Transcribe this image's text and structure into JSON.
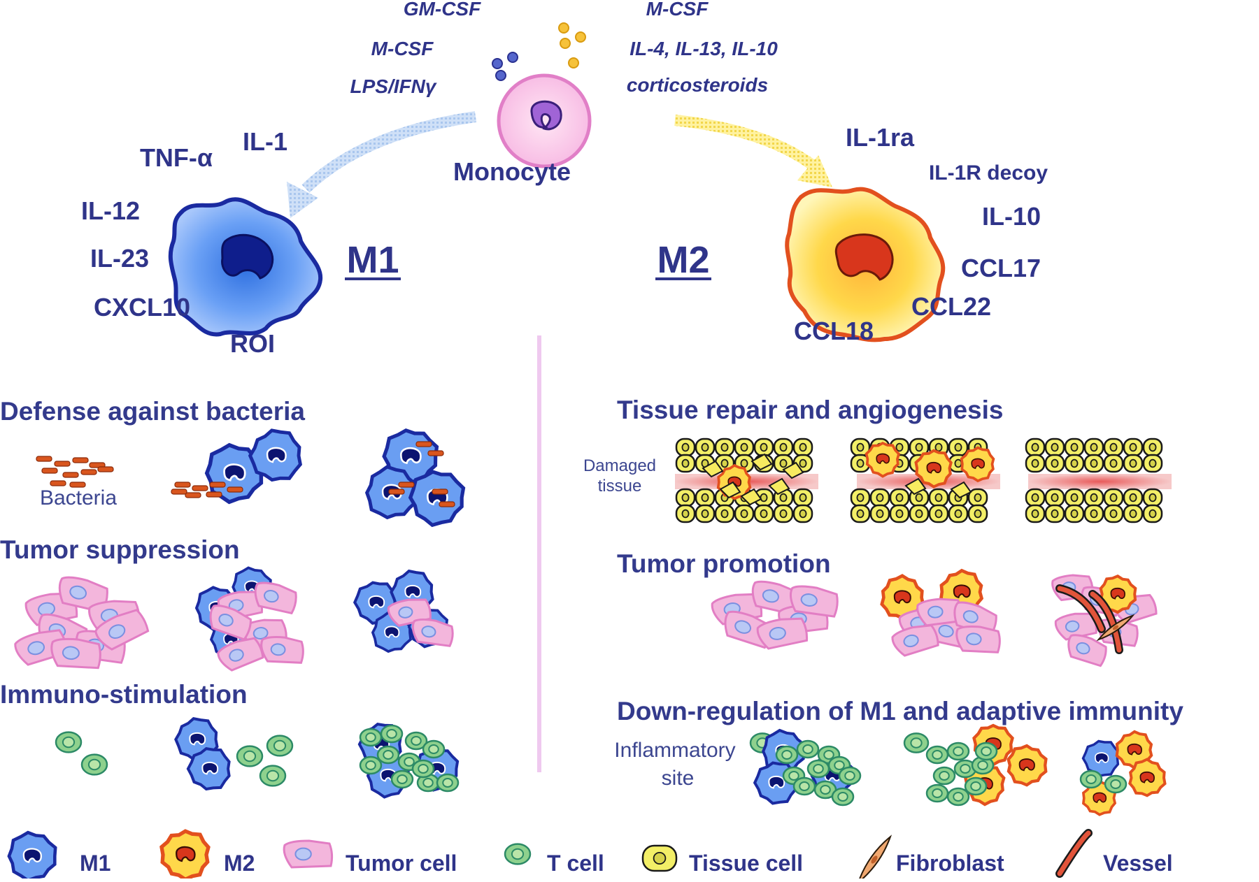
{
  "stimuli_m1": [
    "GM-CSF",
    "M-CSF",
    "LPS/IFNγ"
  ],
  "stimuli_m2": [
    "M-CSF",
    "IL-4, IL-13, IL-10",
    "corticosteroids"
  ],
  "monocyte_label": "Monocyte",
  "m1_label": "M1",
  "m2_label": "M2",
  "m1_markers": [
    "TNF-α",
    "IL-1",
    "IL-12",
    "IL-23",
    "CXCL10",
    "ROI"
  ],
  "m2_markers": [
    "IL-1ra",
    "IL-1R decoy",
    "IL-10",
    "CCL17",
    "CCL22",
    "CCL18"
  ],
  "m1_functions": {
    "defense": "Defense against bacteria",
    "bacteria_label": "Bacteria",
    "tumor": "Tumor suppression",
    "immuno": "Immuno-stimulation"
  },
  "m2_functions": {
    "repair": "Tissue repair and angiogenesis",
    "damaged_label": [
      "Damaged",
      "tissue"
    ],
    "tumor": "Tumor promotion",
    "downreg": "Down-regulation of M1 and adaptive immunity",
    "inflam_label": [
      "Inflammatory",
      "site"
    ]
  },
  "legend": [
    "M1",
    "M2",
    "Tumor cell",
    "T cell",
    "Tissue cell",
    "Fibroblast",
    "Vessel"
  ],
  "colors": {
    "text": "#2f3489",
    "m1_fill": "#6a9ef2",
    "m1_border": "#1a2aa0",
    "m2_fill": "#ffd84a",
    "m2_border": "#e2501e",
    "tumor_fill": "#f3b6dc",
    "tumor_border": "#e27ec4",
    "tcell_fill": "#8ed18d",
    "tissue_fill": "#f3ef67",
    "bacteria": "#d9561e",
    "divider": "#efc9ef"
  }
}
